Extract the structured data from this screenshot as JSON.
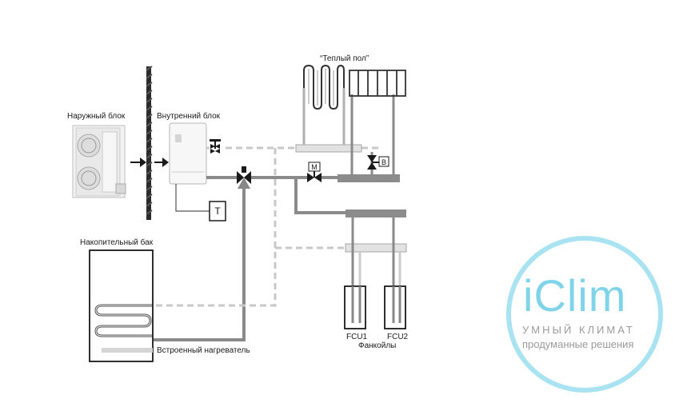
{
  "labels": {
    "outdoor_unit": "Наружный блок",
    "indoor_unit": "Внутренний блок",
    "floor_heating": "“Теплый пол”",
    "storage_tank": "Накопительный бак",
    "builtin_heater": "Встроенный нагреватель",
    "fcu1": "FCU1",
    "fcu2": "FCU2",
    "fan_coils": "Фанкойлы"
  },
  "symbols": {
    "thermostat": "T",
    "motor_valve": "M",
    "bypass_valve": "B"
  },
  "logo": {
    "name": "iClim",
    "tagline": "УМНЫЙ КЛИМАТ",
    "slogan": "продуманные решения",
    "ring_color": "#9fe0f0",
    "text_color": "#7fd4ea"
  },
  "colors": {
    "pipe": "#8a8a8a",
    "pipe_dashed": "#c8c8c8",
    "wall": "#2b2b2b",
    "arrow": "#1a1a1a"
  }
}
